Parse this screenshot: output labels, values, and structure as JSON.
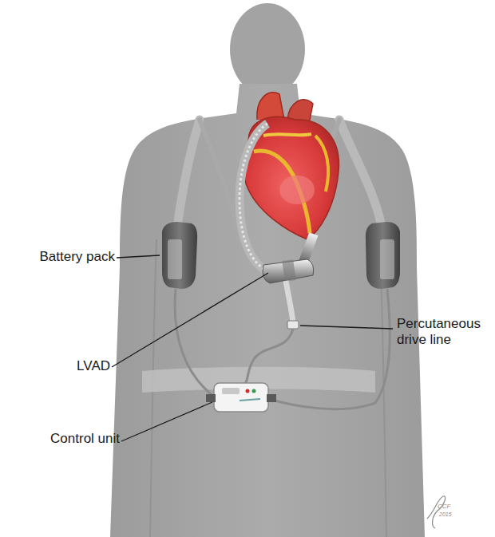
{
  "diagram": {
    "labels": [
      "Battery pack",
      "LVAD",
      "Percutaneous drive line",
      "Control unit",
      "CCF",
      "2015"
    ]
  }
}
